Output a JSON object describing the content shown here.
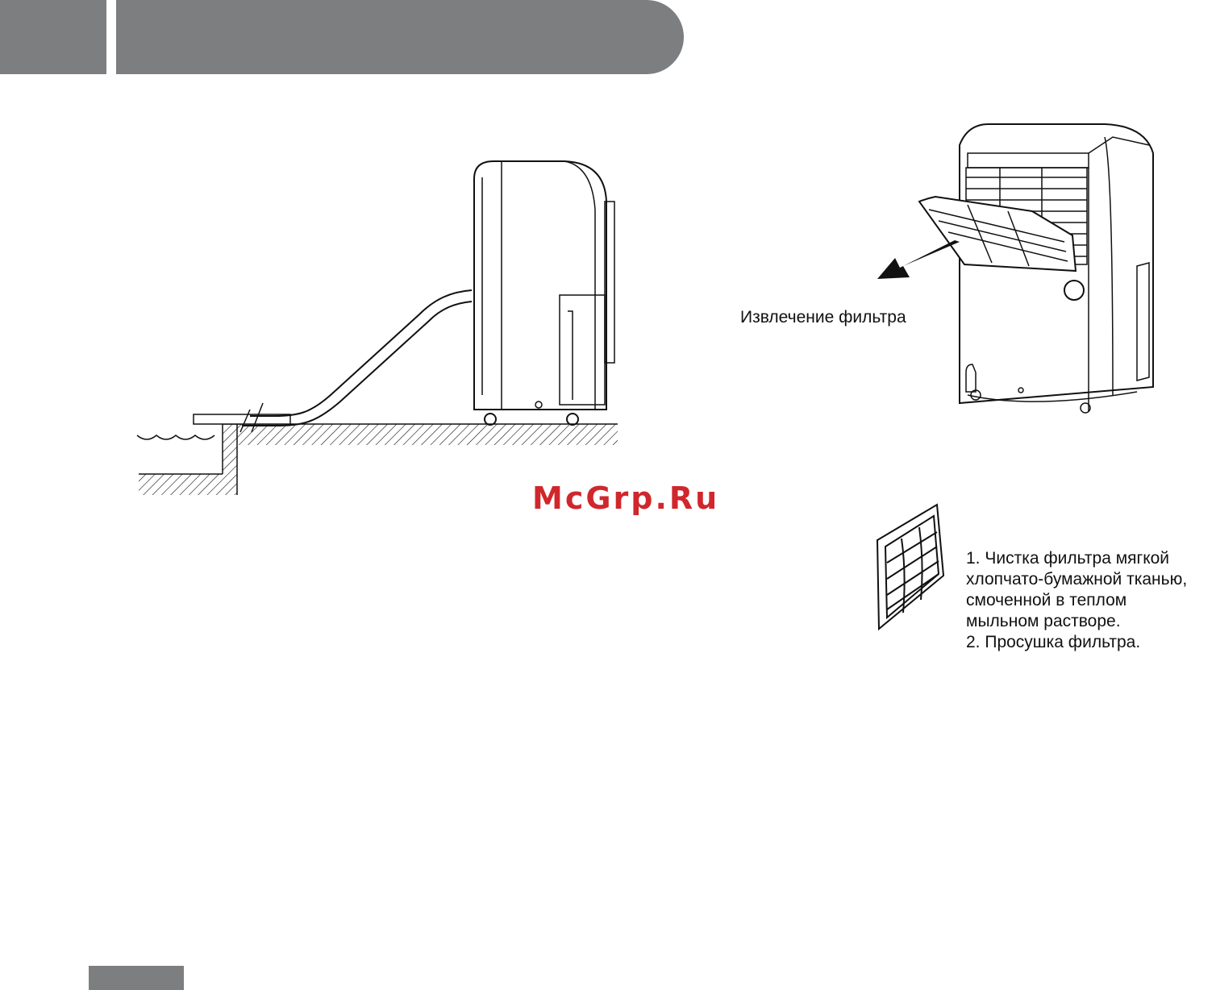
{
  "header": {
    "title": "",
    "section_number": ""
  },
  "figure_drain": {
    "icon": "dehumidifier-drain-hose-icon"
  },
  "figure_filter_removal": {
    "icon": "dehumidifier-filter-removal-icon",
    "caption": "Извлечение фильтра"
  },
  "figure_filter": {
    "icon": "air-filter-icon",
    "steps": [
      "1. Чистка фильтра мягкой",
      "хлопчато-бумажной тканью,",
      "смоченной в теплом",
      "мыльном растворе.",
      "2. Просушка фильтра."
    ]
  },
  "watermark": {
    "text": "McGrp.Ru"
  },
  "footer": {
    "page_number": ""
  },
  "colors": {
    "band": "#7d7e80",
    "watermark": "#d0272c",
    "line": "#111111"
  }
}
